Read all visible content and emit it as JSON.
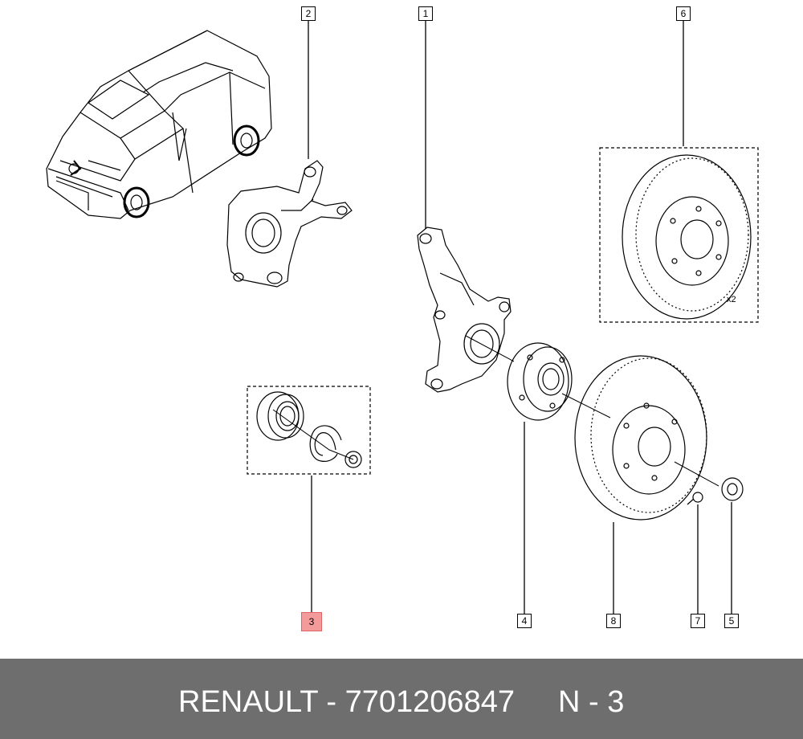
{
  "diagram": {
    "callouts": [
      {
        "id": "1",
        "label": "1"
      },
      {
        "id": "2",
        "label": "2"
      },
      {
        "id": "3",
        "label": "3",
        "highlighted": true
      },
      {
        "id": "4",
        "label": "4"
      },
      {
        "id": "5",
        "label": "5"
      },
      {
        "id": "6",
        "label": "6"
      },
      {
        "id": "7",
        "label": "7"
      },
      {
        "id": "8",
        "label": "8"
      }
    ],
    "quantity_note": "x2",
    "highlight_color": "#f39a9a"
  },
  "footer": {
    "brand_part": "RENAULT - 7701206847",
    "page_ref": "N - 3",
    "background": "#6e6e6e"
  }
}
